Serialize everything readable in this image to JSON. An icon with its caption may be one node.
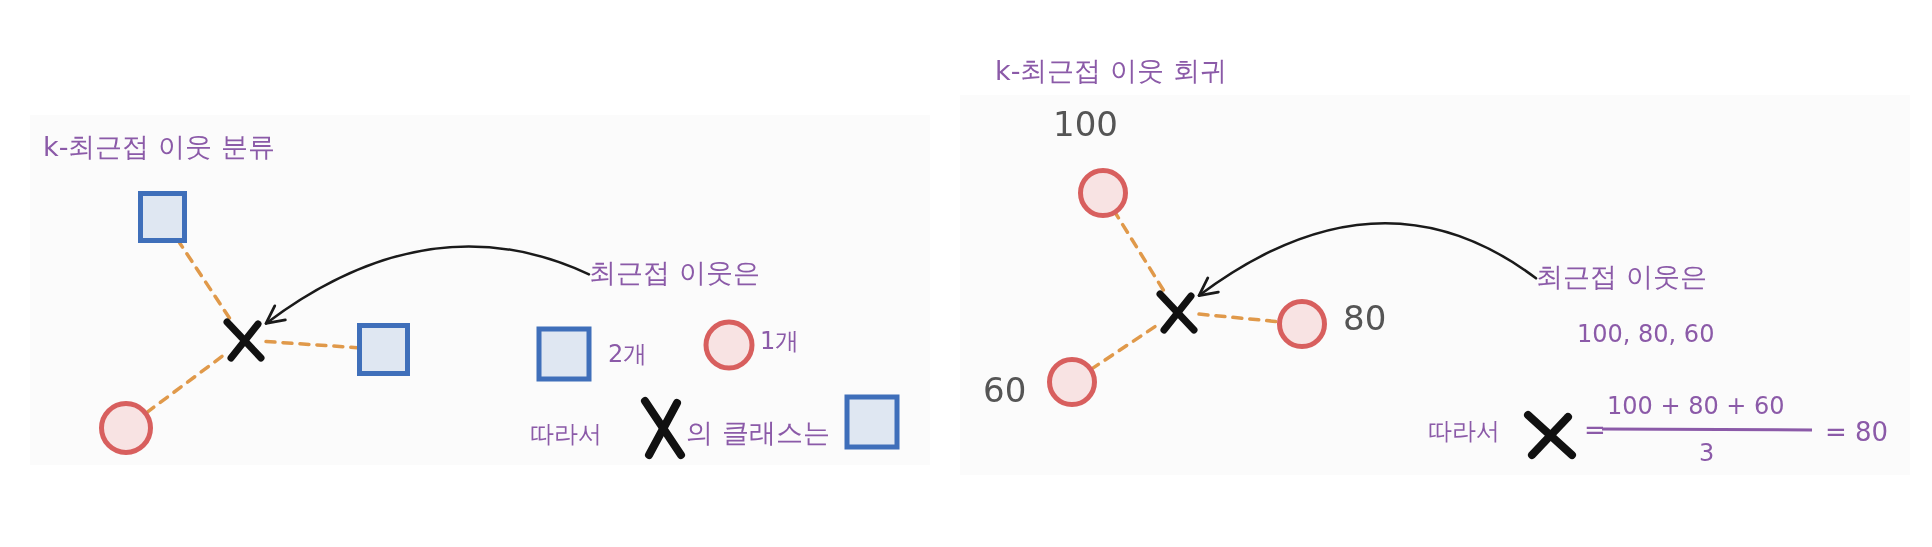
{
  "diagram": {
    "nodes": [
      {
        "text": [],
        "shape": "box"
      },
      {
        "text": [],
        "shape": "cross"
      },
      {
        "text": [],
        "shape": "box"
      },
      {
        "text": [],
        "shape": "circle"
      },
      {
        "text": [
          "최근접 이웃은"
        ]
      },
      {
        "text": [],
        "shape": "circle",
        "beside": [
          "100"
        ]
      },
      {
        "text": [],
        "shape": "cross"
      },
      {
        "text": [],
        "shape": "circle",
        "beside": [
          "80"
        ]
      },
      {
        "text": [],
        "shape": "circle",
        "beside": [
          "60"
        ]
      },
      {
        "text": [
          "최근접 이웃은"
        ]
      }
    ],
    "edges": [
      {
        "from": 1,
        "to": 0,
        "arrow": "none",
        "style": "dashed",
        "color": "#e0994a"
      },
      {
        "from": 1,
        "to": 2,
        "arrow": "none",
        "style": "dashed",
        "color": "#e0994a"
      },
      {
        "from": 1,
        "to": 3,
        "arrow": "none",
        "style": "dashed",
        "color": "#e0994a"
      },
      {
        "from": 4,
        "to": 1,
        "arrow": "to",
        "color": "#1a1a1a"
      },
      {
        "from": 6,
        "to": 5,
        "arrow": "none",
        "style": "dashed",
        "color": "#e0994a"
      },
      {
        "from": 6,
        "to": 7,
        "arrow": "none",
        "style": "dashed",
        "color": "#e0994a"
      },
      {
        "from": 6,
        "to": 8,
        "arrow": "none",
        "style": "dashed",
        "color": "#e0994a"
      },
      {
        "from": 9,
        "to": 6,
        "arrow": "to",
        "color": "#1a1a1a"
      }
    ],
    "labels": [
      "k-최근접 이웃 분류",
      "2개",
      "1개",
      "따라서",
      "의 클래스는",
      "k-최근접 이웃 회귀",
      "100, 80, 60",
      "따라서",
      "=",
      "100 + 80 + 60",
      "3",
      "= 80"
    ]
  }
}
